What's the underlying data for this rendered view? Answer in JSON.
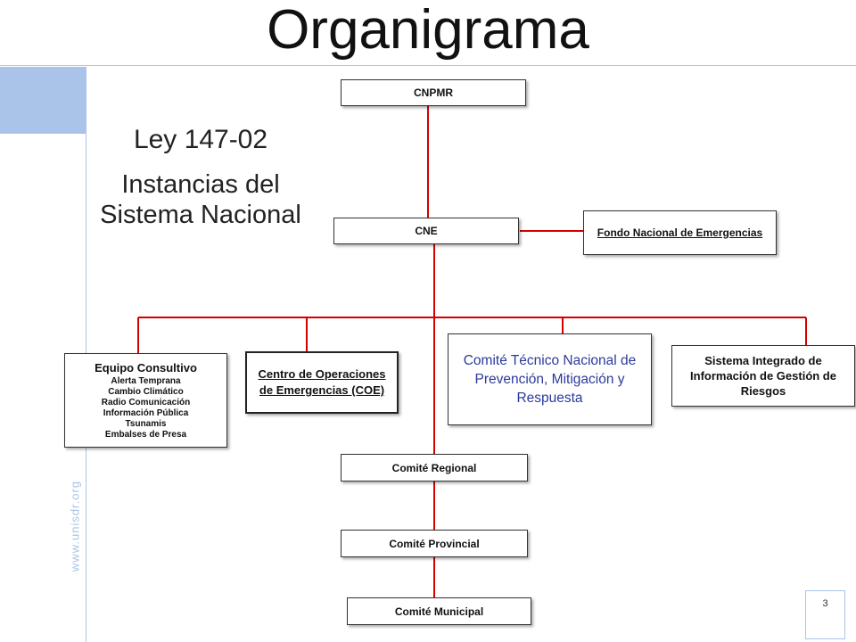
{
  "title": "Organigrama",
  "side_url": "www.unisdr.org",
  "law": {
    "line1": "Ley 147-02",
    "line2": "Instancias del Sistema Nacional"
  },
  "boxes": {
    "cnpmr": "CNPMR",
    "cne": "CNE",
    "fondo": "Fondo Nacional de Emergencias",
    "equipo_title": "Equipo Consultivo",
    "equipo_items": [
      "Alerta Temprana",
      "Cambio Climático",
      "Radio Comunicación",
      "Información Pública",
      "Tsunamis",
      "Embalses de Presa"
    ],
    "coe": "Centro de Operaciones de Emergencias (COE)",
    "comite_tecnico": "Comité Técnico Nacional de Prevención, Mitigación y Respuesta",
    "sistema": "Sistema Integrado de Información de Gestión de Riesgos",
    "regional": "Comité Regional",
    "provincial": "Comité Provincial",
    "municipal": "Comité Municipal"
  },
  "page_number": "3",
  "colors": {
    "connector": "#d40000",
    "accent": "#a9c4e8",
    "blue_text": "#2b3a9b"
  }
}
